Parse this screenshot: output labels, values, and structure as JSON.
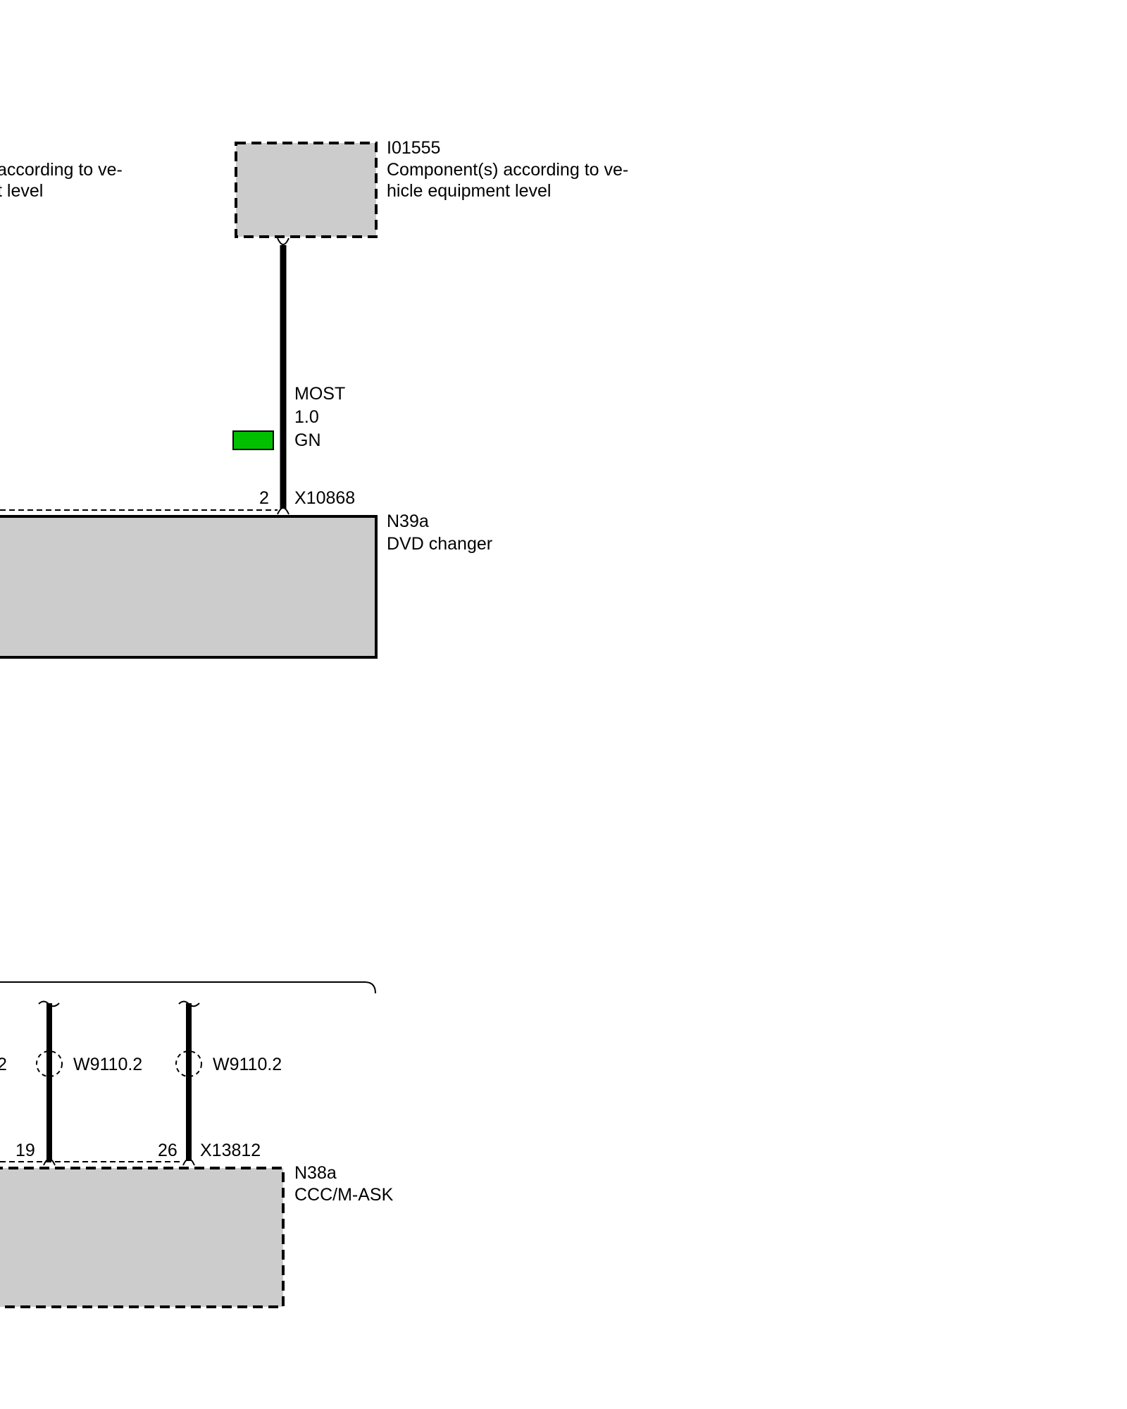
{
  "components": {
    "top_left_partial": {
      "line1": "according to ve-",
      "line2": "t level"
    },
    "i01555": {
      "id": "I01555",
      "line1": "Component(s) according to ve-",
      "line2": "hicle equipment level"
    },
    "n39a": {
      "id": "N39a",
      "name": "DVD changer"
    },
    "n38a": {
      "id": "N38a",
      "name": "CCC/M-ASK"
    }
  },
  "most_wire": {
    "bus": "MOST",
    "cross_section": "1.0",
    "color_code": "GN",
    "color_swatch": "#00c000",
    "pin": "2",
    "connector": "X10868"
  },
  "bottom_wires": {
    "partial_label": "2",
    "shield_label_1": "W9110.2",
    "shield_label_2": "W9110.2",
    "pin_1": "19",
    "pin_2": "26",
    "connector": "X13812"
  },
  "colors": {
    "component_fill": "#cccccc",
    "line": "#000000"
  }
}
